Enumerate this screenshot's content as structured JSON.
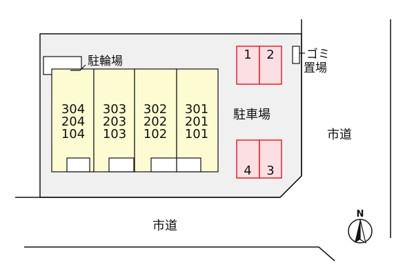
{
  "colors": {
    "site_fill": "#f0f0f0",
    "unit_fill": "#fdfbd2",
    "parking_fill": "#fcdfe2",
    "parking_stroke": "#e8202a",
    "line": "#111111"
  },
  "labels": {
    "bicycle_parking": "駐輪場",
    "parking_lot": "駐車場",
    "garbage_line1": "ゴミ",
    "garbage_line2": "置場",
    "city_road_east": "市道",
    "city_road_south": "市道",
    "north": "N"
  },
  "units": [
    {
      "floors": [
        "304",
        "204",
        "104"
      ]
    },
    {
      "floors": [
        "303",
        "203",
        "103"
      ]
    },
    {
      "floors": [
        "302",
        "202",
        "102"
      ]
    },
    {
      "floors": [
        "301",
        "201",
        "101"
      ]
    }
  ],
  "parking_spaces": [
    "1",
    "2",
    "4",
    "3"
  ],
  "icons": {
    "compass": "north-arrow-icon"
  }
}
